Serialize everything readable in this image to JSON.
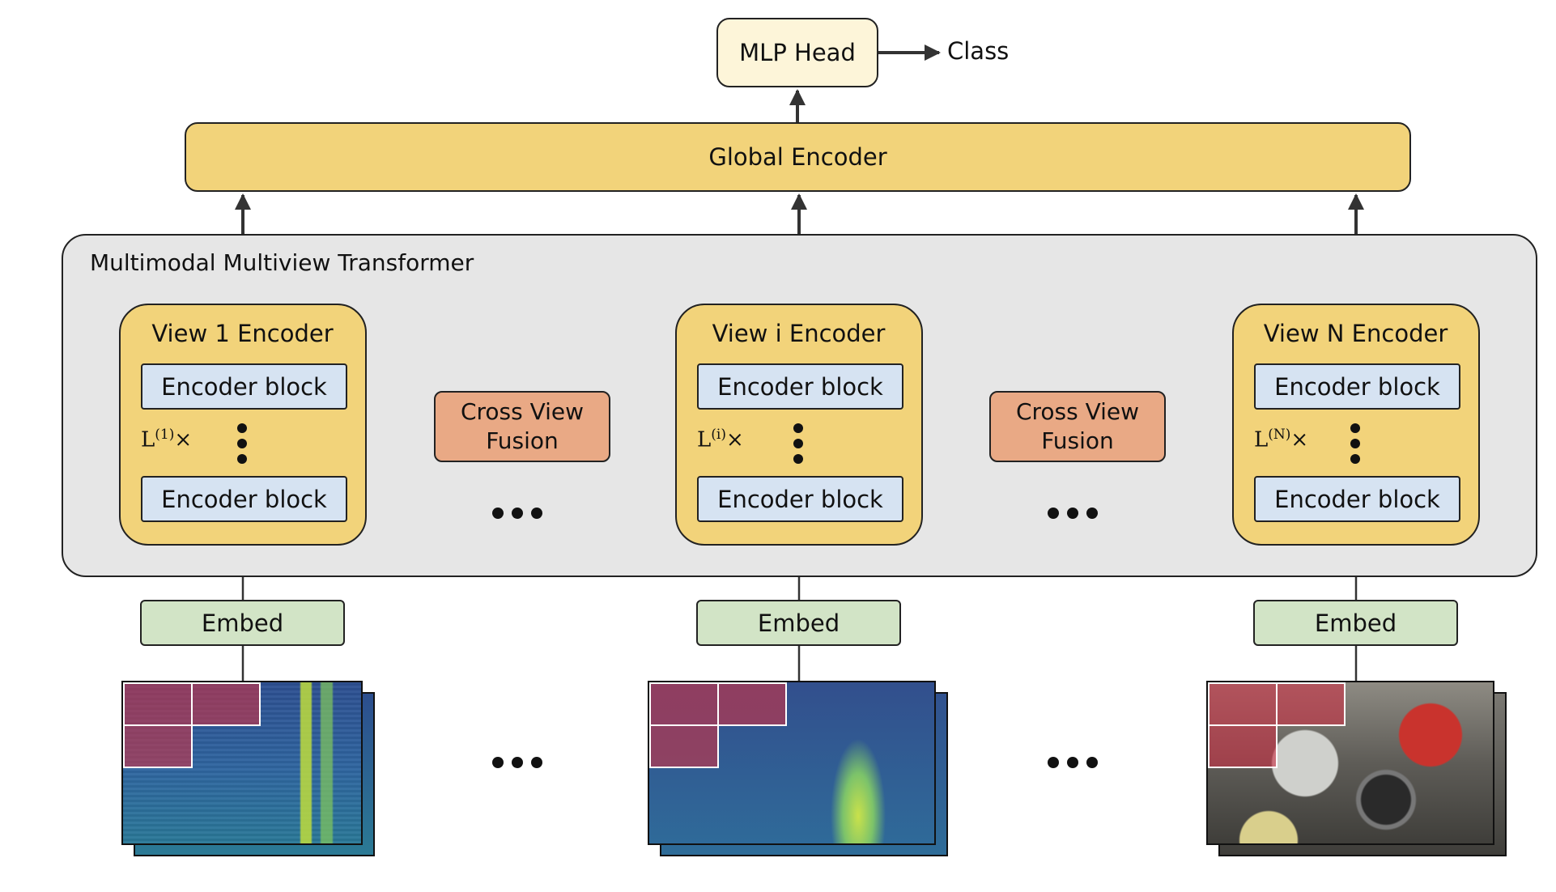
{
  "head": {
    "mlp_label": "MLP Head",
    "class_label": "Class"
  },
  "global": {
    "label": "Global Encoder"
  },
  "mmt": {
    "title": "Multimodal Multiview Transformer"
  },
  "views": [
    {
      "title": "View 1 Encoder",
      "block_top": "Encoder block",
      "block_bottom": "Encoder block",
      "l_base": "L",
      "l_sup": "(1)",
      "l_times": "×",
      "embed": "Embed"
    },
    {
      "title": "View i Encoder",
      "block_top": "Encoder block",
      "block_bottom": "Encoder block",
      "l_base": "L",
      "l_sup": "(i)",
      "l_times": "×",
      "embed": "Embed"
    },
    {
      "title": "View N Encoder",
      "block_top": "Encoder block",
      "block_bottom": "Encoder block",
      "l_base": "L",
      "l_sup": "(N)",
      "l_times": "×",
      "embed": "Embed"
    }
  ],
  "fusion": [
    {
      "line1": "Cross View",
      "line2": "Fusion"
    },
    {
      "line1": "Cross View",
      "line2": "Fusion"
    }
  ],
  "colors": {
    "view_fill": "#f2d37a",
    "block_fill": "#d6e3f2",
    "fusion_fill": "#e9a985",
    "embed_fill": "#d2e4c6",
    "mmt_fill": "#e6e6e6",
    "mlp_fill": "#fdf5d9",
    "patch_fill": "#c83246"
  }
}
